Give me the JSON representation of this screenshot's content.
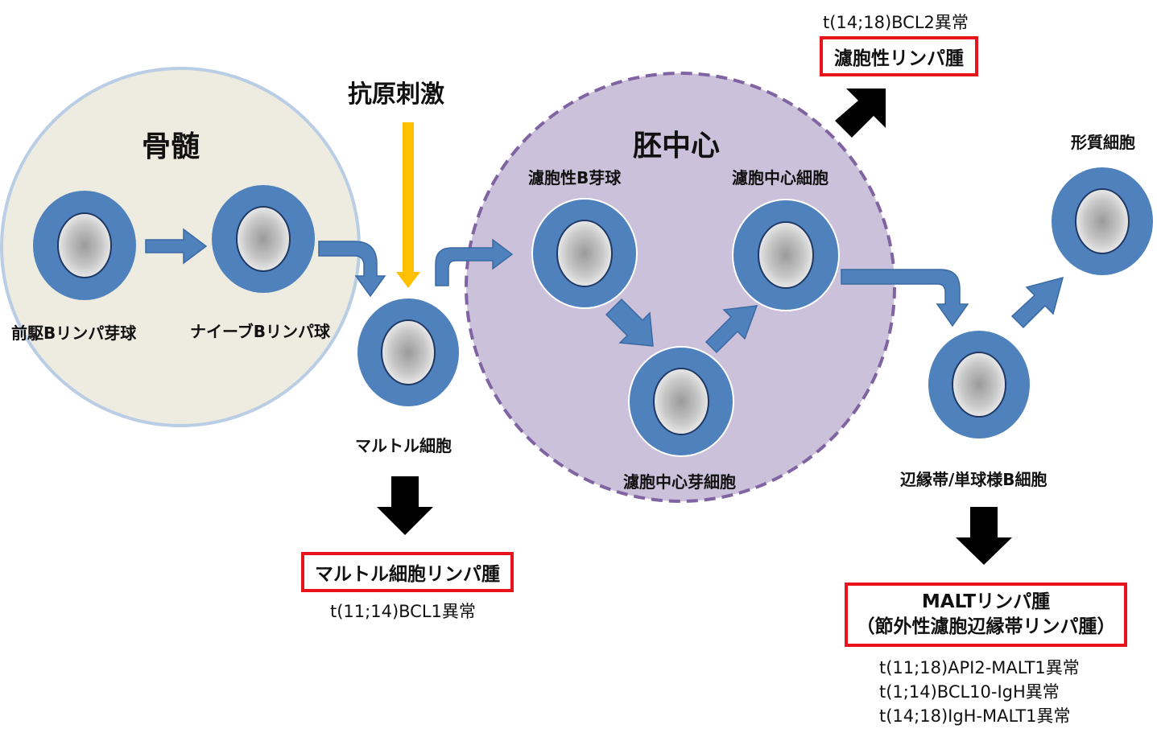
{
  "colors": {
    "marrow_fill": "#eeece1",
    "marrow_stroke": "#b9cde5",
    "germinal_fill": "#ccc1da",
    "germinal_stroke": "#8064a2",
    "cell_ring": "#4f81bd",
    "blue_arrow": "#4f81bd",
    "antigen_arrow": "#ffc000",
    "lymphoma_box_border": "#e8141b",
    "black_arrow": "#000000"
  },
  "regions": {
    "bone_marrow": "骨髄",
    "germinal_center": "胚中心"
  },
  "antigen_label": "抗原刺激",
  "cells": {
    "pro_b": "前駆Bリンパ芽球",
    "naive_b": "ナイーブBリンパ球",
    "mantle": "マルトル細胞",
    "follicular_blast": "濾胞性B芽球",
    "centrocyte": "濾胞中心細胞",
    "centroblast": "濾胞中心芽細胞",
    "marginal_zone": "辺縁帯/単球様B細胞",
    "plasma": "形質細胞"
  },
  "lymphomas": {
    "follicular": {
      "name": "濾胞性リンパ腫",
      "genes": [
        "t(14;18)BCL2異常"
      ]
    },
    "mantle": {
      "name": "マルトル細胞リンパ腫",
      "genes": [
        "t(11;14)BCL1異常"
      ]
    },
    "malt": {
      "name_line1": "MALTリンパ腫",
      "name_line2": "（節外性濾胞辺縁帯リンパ腫）",
      "genes": [
        "t(11;18)API2-MALT1異常",
        "t(1;14)BCL10-IgH異常",
        "t(14;18)IgH-MALT1異常"
      ]
    }
  }
}
